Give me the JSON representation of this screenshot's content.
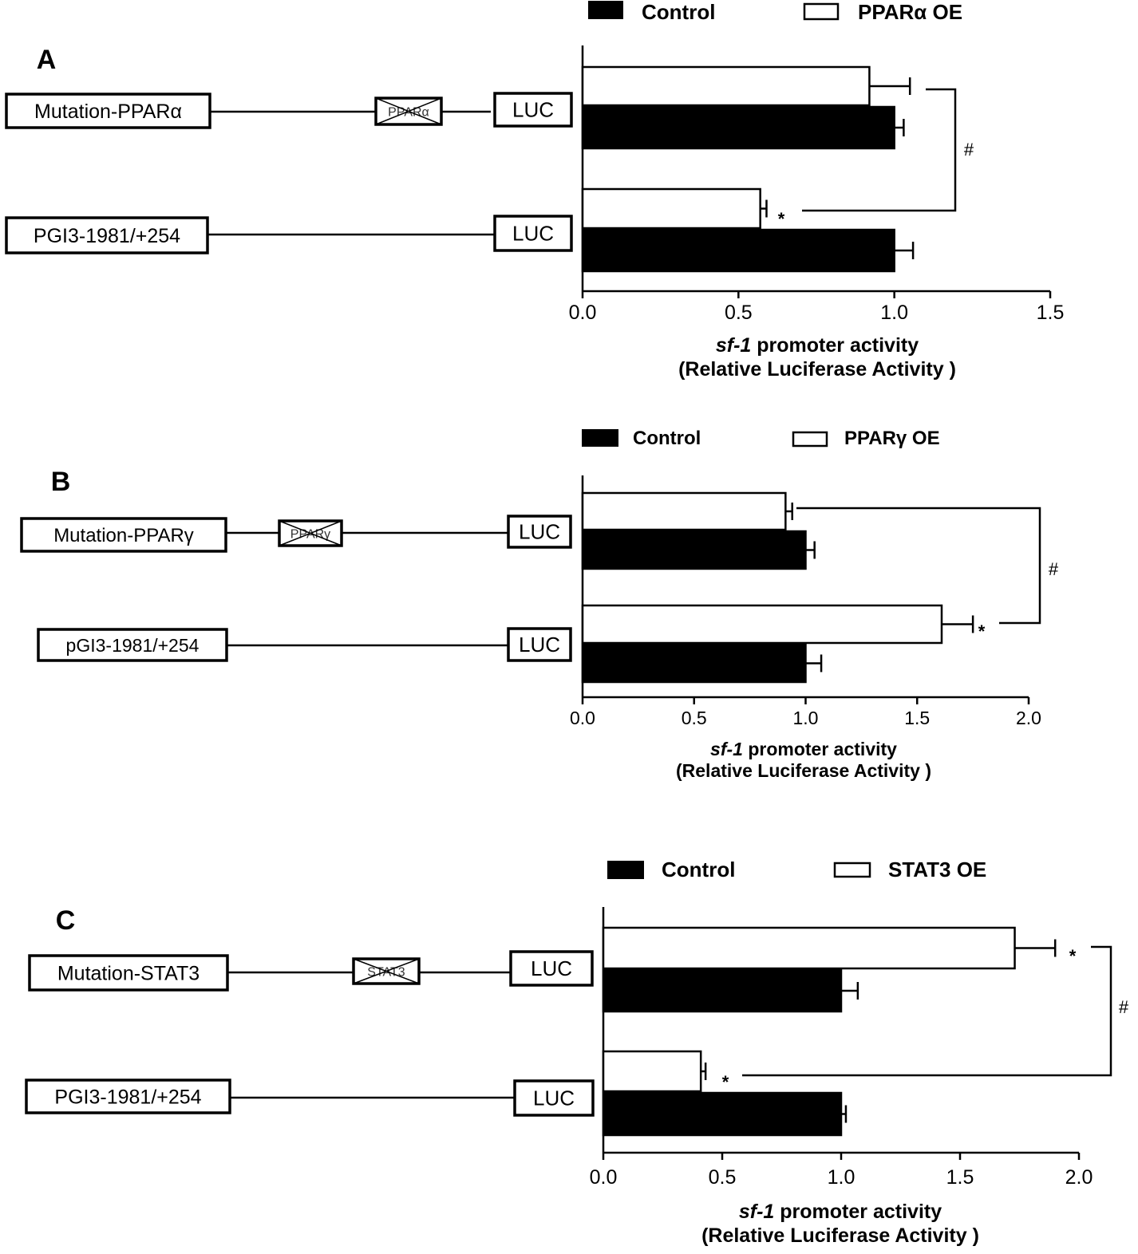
{
  "chart_data": [
    {
      "panel": "A",
      "type": "bar",
      "orientation": "horizontal",
      "categories": [
        "Mutation-PPARα",
        "PGI3-1981/+254"
      ],
      "series": [
        {
          "name": "Control",
          "values": [
            1.0,
            1.0
          ],
          "errors": [
            0.03,
            0.06
          ],
          "color": "#000000"
        },
        {
          "name": "PPARα OE",
          "values": [
            0.92,
            0.57
          ],
          "errors": [
            0.13,
            0.02
          ],
          "color": "#ffffff"
        }
      ],
      "xlabel_italic": "sf-1",
      "xlabel_rest": " promoter activity",
      "xlabel_line2": "(Relative Luciferase Activity )",
      "xlim": [
        0,
        1.5
      ],
      "xticks": [
        "0.0",
        "0.5",
        "1.0",
        "1.5"
      ],
      "xtick_values": [
        0,
        0.5,
        1.0,
        1.5
      ],
      "legend_position": "top",
      "significance": {
        "star_series": "PPARα OE",
        "star_rows": [
          1
        ],
        "bracket_symbol": "#",
        "star_symbol": "*"
      },
      "constructs": [
        {
          "label": "Mutation-PPARα",
          "site": "PPARα",
          "reporter": "LUC"
        },
        {
          "label": "PGI3-1981/+254",
          "site": "",
          "reporter": "LUC"
        }
      ]
    },
    {
      "panel": "B",
      "type": "bar",
      "orientation": "horizontal",
      "categories": [
        "Mutation-PPARγ",
        "pGI3-1981/+254"
      ],
      "series": [
        {
          "name": "Control",
          "values": [
            1.0,
            1.0
          ],
          "errors": [
            0.04,
            0.07
          ],
          "color": "#000000"
        },
        {
          "name": "PPARγ OE",
          "values": [
            0.91,
            1.61
          ],
          "errors": [
            0.03,
            0.14
          ],
          "color": "#ffffff"
        }
      ],
      "xlabel_italic": "sf-1",
      "xlabel_rest": " promoter activity",
      "xlabel_line2": "(Relative Luciferase Activity )",
      "xlim": [
        0,
        2.0
      ],
      "xticks": [
        "0.0",
        "0.5",
        "1.0",
        "1.5",
        "2.0"
      ],
      "xtick_values": [
        0,
        0.5,
        1.0,
        1.5,
        2.0
      ],
      "legend_position": "top",
      "significance": {
        "star_series": "PPARγ OE",
        "star_rows": [
          1
        ],
        "bracket_symbol": "#",
        "star_symbol": "*"
      },
      "constructs": [
        {
          "label": "Mutation-PPARγ",
          "site": "PPARγ",
          "reporter": "LUC"
        },
        {
          "label": "pGI3-1981/+254",
          "site": "",
          "reporter": "LUC"
        }
      ]
    },
    {
      "panel": "C",
      "type": "bar",
      "orientation": "horizontal",
      "categories": [
        "Mutation-STAT3",
        "PGI3-1981/+254"
      ],
      "series": [
        {
          "name": "Control",
          "values": [
            1.0,
            1.0
          ],
          "errors": [
            0.07,
            0.02
          ],
          "color": "#000000"
        },
        {
          "name": "STAT3 OE",
          "values": [
            1.73,
            0.41
          ],
          "errors": [
            0.17,
            0.02
          ],
          "color": "#ffffff"
        }
      ],
      "xlabel_italic": "sf-1",
      "xlabel_rest": " promoter activity",
      "xlabel_line2": "(Relative Luciferase Activity )",
      "xlim": [
        0,
        2.0
      ],
      "xticks": [
        "0.0",
        "0.5",
        "1.0",
        "1.5",
        "2.0"
      ],
      "xtick_values": [
        0,
        0.5,
        1.0,
        1.5,
        2.0
      ],
      "legend_position": "top",
      "significance": {
        "star_series": "STAT3 OE",
        "star_rows": [
          0,
          1
        ],
        "bracket_symbol": "#",
        "star_symbol": "*"
      },
      "constructs": [
        {
          "label": "Mutation-STAT3",
          "site": "STAT3",
          "reporter": "LUC"
        },
        {
          "label": "PGI3-1981/+254",
          "site": "",
          "reporter": "LUC"
        }
      ]
    }
  ]
}
